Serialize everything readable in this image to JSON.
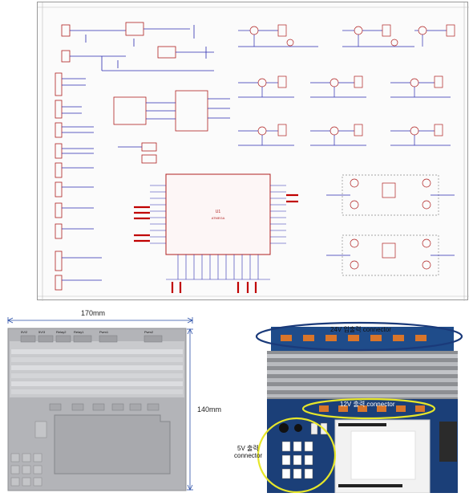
{
  "schematic": {
    "ic_center_label": "U1",
    "ic_center_sub": "ATMEGA"
  },
  "board_render": {
    "width_label": "170mm",
    "height_label": "140mm",
    "connector_labels": [
      "5V/2",
      "5V/3",
      "Relay2",
      "Relay1",
      "Pwm1",
      "Pwm2"
    ]
  },
  "board_photo": {
    "label_24v": "24V 입출력 connector",
    "label_12v": "12V 출력 connector",
    "label_5v_line1": "5V 출력",
    "label_5v_line2": "connector"
  },
  "colors": {
    "wire": "#2b2bb0",
    "component": "#b02020",
    "net_label": "#c00000",
    "highlight_ellipse_24v": "#1a3a7a",
    "highlight_ellipse_12v": "#e6e62a"
  }
}
